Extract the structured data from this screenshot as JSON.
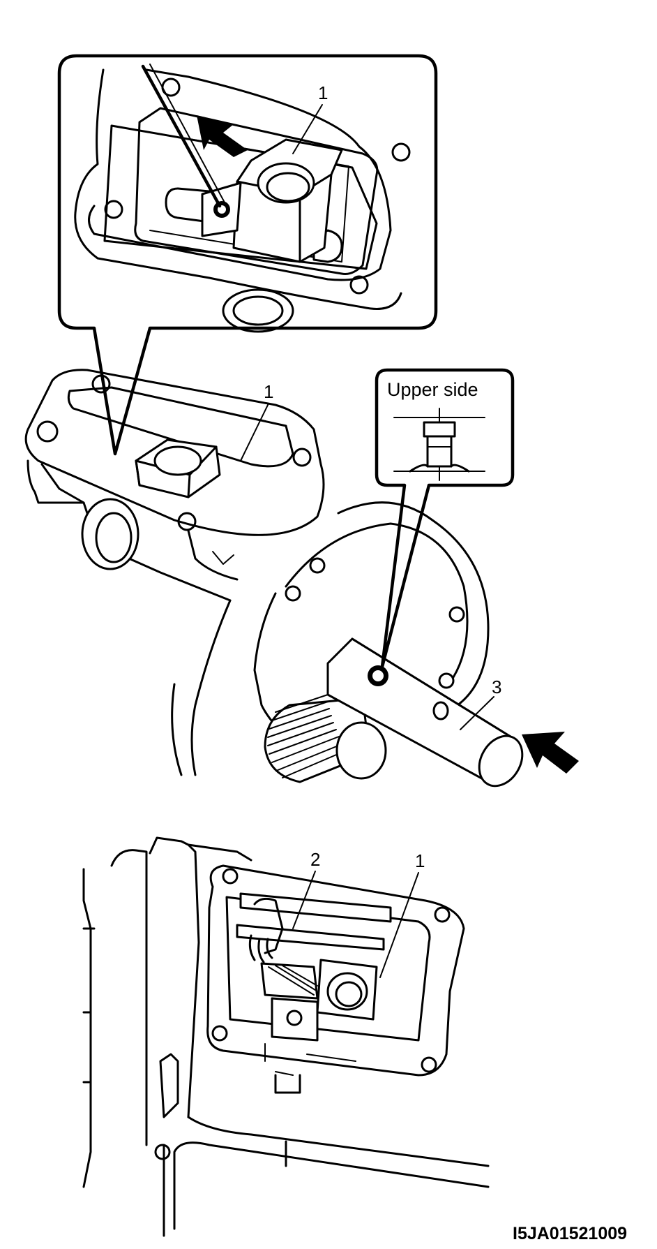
{
  "figure": {
    "callouts": {
      "part_1_inset": "1",
      "part_1_top": "1",
      "part_1_bottom": "1",
      "part_2": "2",
      "part_3": "3"
    },
    "detail_label": "Upper side",
    "figure_id": "I5JA01521009"
  }
}
